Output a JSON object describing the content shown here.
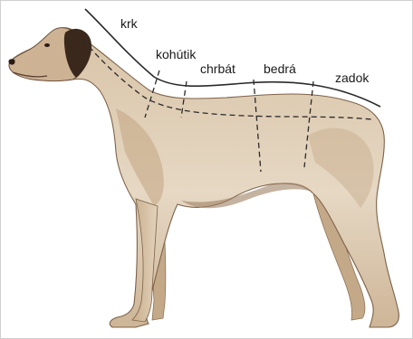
{
  "labels": {
    "neck": "krk",
    "withers": "kohútik",
    "back": "chrbát",
    "loin": "bedrá",
    "croup": "zadok"
  },
  "colors": {
    "dog_body": "#d9c7ad",
    "dog_shade": "#b39676",
    "dog_dark": "#4a3426",
    "ear": "#2e1f17",
    "line": "#2a2a2a"
  }
}
